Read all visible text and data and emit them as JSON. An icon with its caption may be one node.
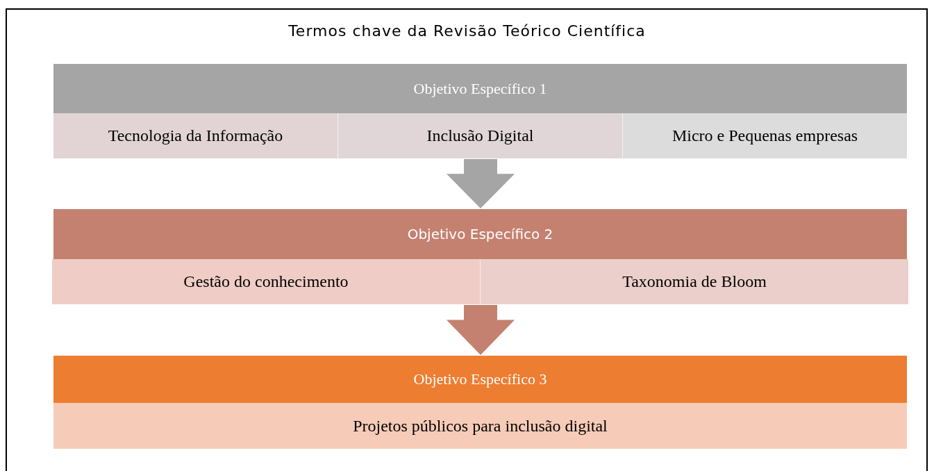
{
  "diagram": {
    "title": "Termos chave da Revisão Teórico Científica",
    "nodes": [
      {
        "text": [
          "Objetivo Específico 1"
        ]
      },
      {
        "text": [
          "Tecnologia da Informação"
        ]
      },
      {
        "text": [
          "Inclusão Digital"
        ]
      },
      {
        "text": [
          "Micro e Pequenas empresas"
        ]
      },
      {
        "text": [
          "Objetivo Específico 2"
        ]
      },
      {
        "text": [
          "Gestão do conhecimento"
        ]
      },
      {
        "text": [
          "Taxonomia de Bloom"
        ]
      },
      {
        "text": [
          "Objetivo Específico 3"
        ]
      },
      {
        "text": [
          "Projetos públicos para inclusão digital"
        ]
      }
    ],
    "edges": [
      {
        "from": 2,
        "to": 4,
        "arrow": "to",
        "style": "thick",
        "color": "#a5a5a5"
      },
      {
        "from": 5,
        "to": 7,
        "arrow": "to",
        "style": "thick",
        "color": "#c48170"
      }
    ]
  }
}
